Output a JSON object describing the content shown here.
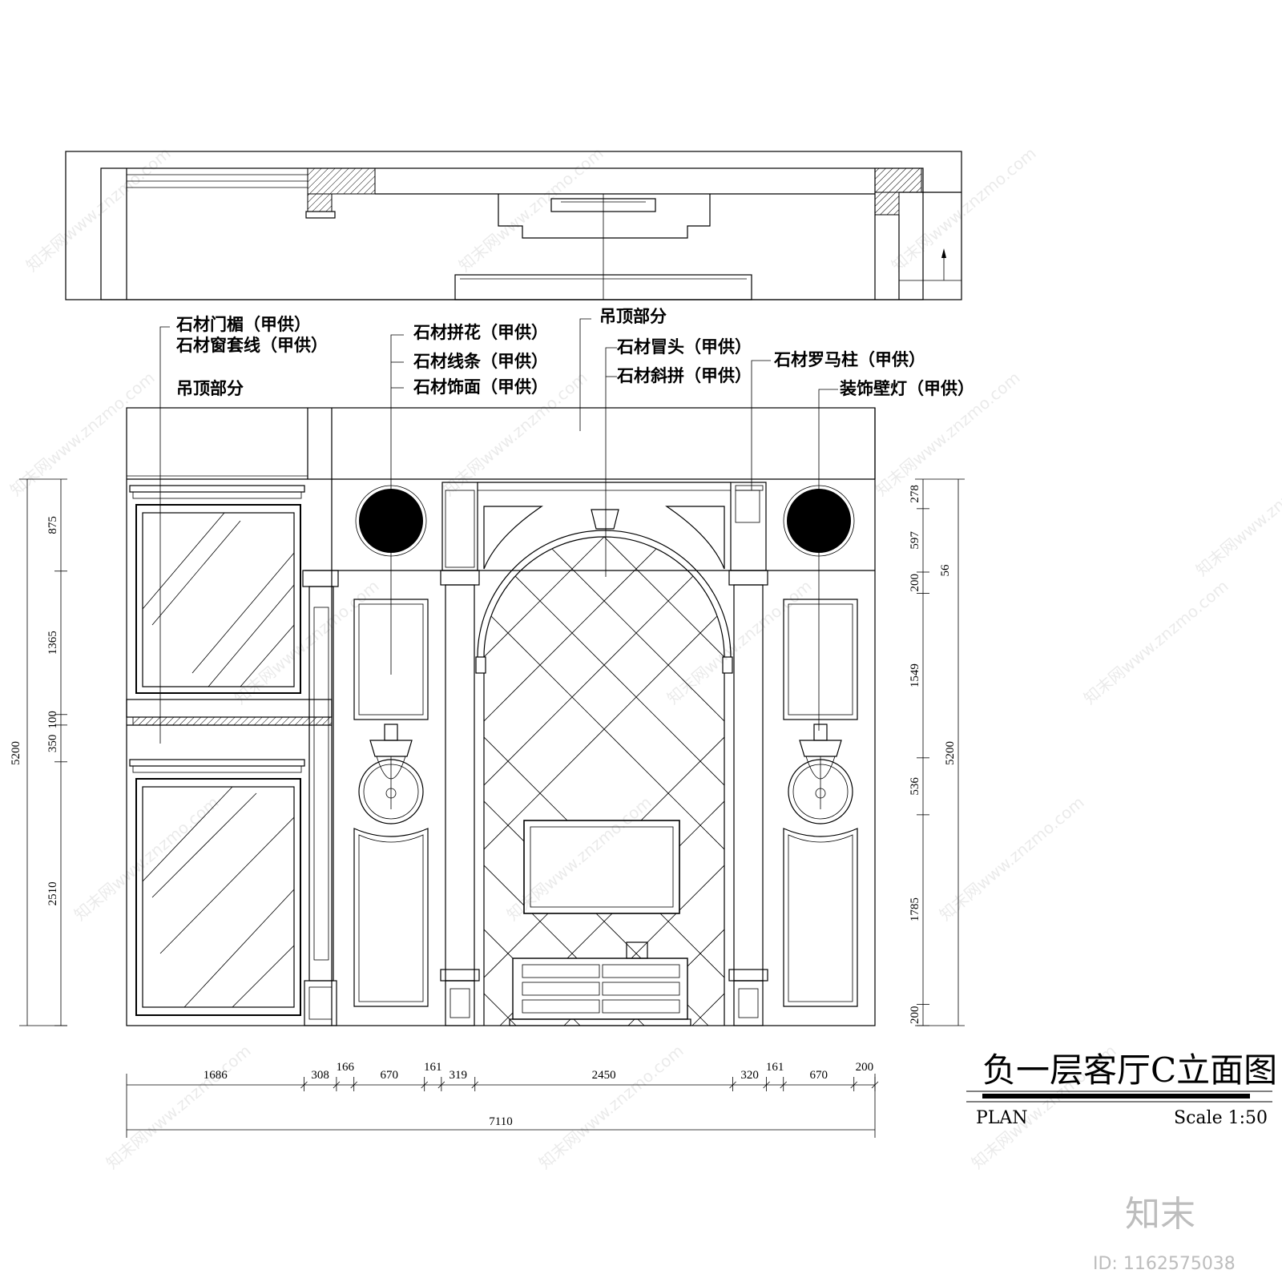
{
  "drawing": {
    "title": "负一层客厅C立面图",
    "plan_label": "PLAN",
    "scale_label": "Scale 1:50"
  },
  "labels": {
    "stone_door_lintel": "石材门楣（甲供）",
    "stone_window_trim": "石材窗套线（甲供）",
    "ceiling_left": "吊顶部分",
    "stone_mosaic": "石材拼花（甲供）",
    "stone_lines": "石材线条（甲供）",
    "stone_facing": "石材饰面（甲供）",
    "ceiling_top": "吊顶部分",
    "stone_cap": "石材冒头（甲供）",
    "stone_diagonal": "石材斜拼（甲供）",
    "stone_column": "石材罗马柱（甲供）",
    "wall_lamp": "装饰壁灯（甲供）"
  },
  "dimensions": {
    "bottom": [
      "1686",
      "308",
      "166",
      "670",
      "161",
      "319",
      "2450",
      "320",
      "161",
      "670",
      "200"
    ],
    "total_width": "7110",
    "left_segments": [
      "875",
      "1365",
      "100",
      "350",
      "2510"
    ],
    "left_total": "5200",
    "right_segments": [
      "278",
      "597",
      "200",
      "1549",
      "536",
      "1785",
      "200"
    ],
    "right_extra": "56",
    "right_total": "5200"
  },
  "watermark": {
    "brand": "知末",
    "id": "ID: 1162575038",
    "repeat_text": "知末网www.znzmo.com"
  }
}
